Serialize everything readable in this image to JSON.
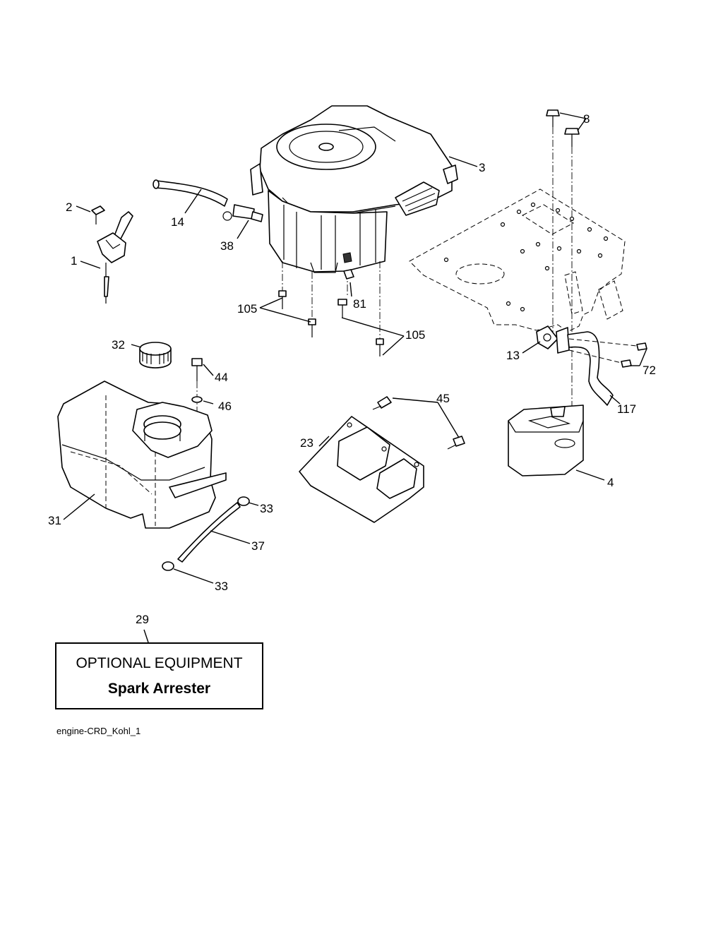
{
  "callouts": {
    "c1": "1",
    "c2": "2",
    "c3": "3",
    "c4": "4",
    "c8": "8",
    "c13": "13",
    "c14": "14",
    "c23": "23",
    "c29": "29",
    "c31": "31",
    "c32": "32",
    "c33a": "33",
    "c33b": "33",
    "c37": "37",
    "c38": "38",
    "c44": "44",
    "c45": "45",
    "c46": "46",
    "c72": "72",
    "c81": "81",
    "c105a": "105",
    "c105b": "105",
    "c117": "117"
  },
  "optional_box": {
    "title": "OPTIONAL EQUIPMENT",
    "subtitle": "Spark Arrester"
  },
  "footer": {
    "caption": "engine-CRD_Kohl_1"
  }
}
